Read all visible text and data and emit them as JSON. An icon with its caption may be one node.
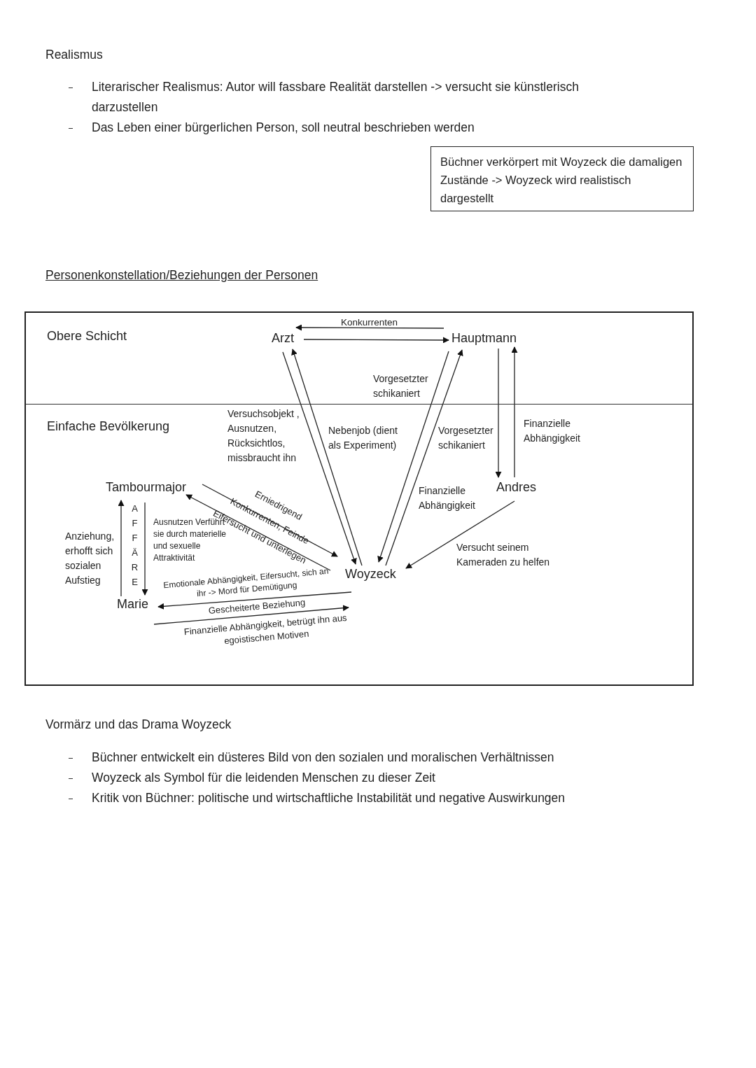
{
  "diagram": {
    "nodes": [
      {
        "text": [
          "Büchner verkörpert mit Woyzeck die damaligen Zustände -> Woyzeck wird realistisch dargestellt"
        ]
      },
      {
        "text": [
          "Obere Schicht"
        ]
      },
      {
        "text": [
          "Arzt"
        ],
        "in": 1
      },
      {
        "text": [
          "Hauptmann"
        ],
        "in": 1
      },
      {
        "text": [
          "Einfache Bevölkerung"
        ]
      },
      {
        "text": [
          "Tambourmajor"
        ],
        "in": 4
      },
      {
        "text": [
          "Marie"
        ],
        "in": 4
      },
      {
        "text": [
          "Woyzeck"
        ],
        "in": 4
      },
      {
        "text": [
          "Andres"
        ],
        "in": 4
      }
    ],
    "edges": [
      {
        "from": 3,
        "to": 2,
        "arrow": "to",
        "label": "Konkurrenten"
      },
      {
        "from": 2,
        "to": 3,
        "arrow": "to"
      },
      {
        "from": 2,
        "to": 7,
        "arrow": "to",
        "label": "Versuchsobjekt , Ausnutzen, Rücksichtlos, missbraucht ihn"
      },
      {
        "from": 7,
        "to": 2,
        "arrow": "to",
        "label": "Nebenjob (dient als Experiment)"
      },
      {
        "from": 3,
        "to": 7,
        "arrow": "to",
        "label": "Vorgesetzter schikaniert"
      },
      {
        "from": 7,
        "to": 3,
        "arrow": "to",
        "label": "Finanzielle Abhängigkeit"
      },
      {
        "from": 3,
        "to": 8,
        "arrow": "to",
        "label": "Vorgesetzter schikaniert"
      },
      {
        "from": 8,
        "to": 3,
        "arrow": "to",
        "label": "Finanzielle Abhängigkeit"
      },
      {
        "from": 8,
        "to": 7,
        "arrow": "to",
        "label": "Versucht seinem Kameraden zu helfen"
      },
      {
        "from": 5,
        "to": 7,
        "arrow": "to",
        "label": "Erniedrigend"
      },
      {
        "from": 7,
        "to": 5,
        "arrow": "to",
        "label": "Eifersucht und unterlegen"
      },
      {
        "from": 6,
        "to": 5,
        "arrow": "to",
        "label": "Anziehung, erhofft sich sozialen Aufstieg"
      },
      {
        "from": 5,
        "to": 6,
        "arrow": "to",
        "label": "Ausnutzen Verführt sie durch materielle und sexuelle Attraktivität"
      },
      {
        "from": 7,
        "to": 6,
        "arrow": "to",
        "label": "Emotionale Abhängigkeit, Eifersucht, sich an ihr -> Mord für Demütigung"
      },
      {
        "from": 6,
        "to": 7,
        "arrow": "to",
        "label": "Finanzielle Abhängigkeit, betrügt ihn aus egoistischen Motiven"
      }
    ],
    "labels": [
      "Realismus",
      "Literarischer Realismus: Autor will fassbare Realität darstellen -> versucht sie künstlerisch darzustellen",
      "Das Leben einer bürgerlichen Person, soll neutral beschrieben werden",
      "Personenkonstellation/Beziehungen der Personen",
      "Konkurrenten, Feinde",
      "AFFÄRE",
      "Gescheiterte Beziehung",
      "Vormärz und das Drama Woyzeck",
      "Büchner entwickelt ein düsteres Bild von den sozialen und moralischen Verhältnissen",
      "Woyzeck als Symbol für die leidenden Menschen zu dieser Zeit",
      "Kritik von Büchner: politische und wirtschaftliche Instabilität und negative Auswirkungen"
    ]
  }
}
